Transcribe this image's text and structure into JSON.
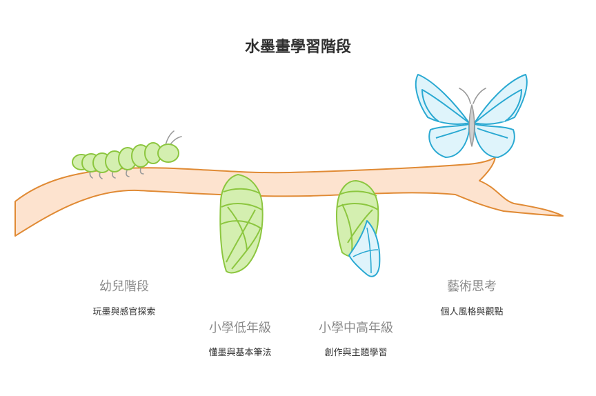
{
  "title": "水墨畫學習階段",
  "stages": [
    {
      "label": "幼兒階段",
      "description": "玩墨與感官探索"
    },
    {
      "label": "小學低年級",
      "description": "懂墨與基本筆法"
    },
    {
      "label": "小學中高年級",
      "description": "創作與主題學習"
    },
    {
      "label": "藝術思考",
      "description": "個人風格與觀點"
    }
  ],
  "colors": {
    "branch_fill": "#fde3cf",
    "branch_stroke": "#e08a34",
    "green_fill": "#d4efb0",
    "green_stroke": "#8cc63f",
    "blue_fill": "#dff4fb",
    "blue_stroke": "#2aa9d2",
    "gray": "#9a9a9a"
  },
  "icons": [
    "caterpillar-icon",
    "green-chrysalis-icon",
    "emerging-chrysalis-icon",
    "butterfly-icon"
  ]
}
